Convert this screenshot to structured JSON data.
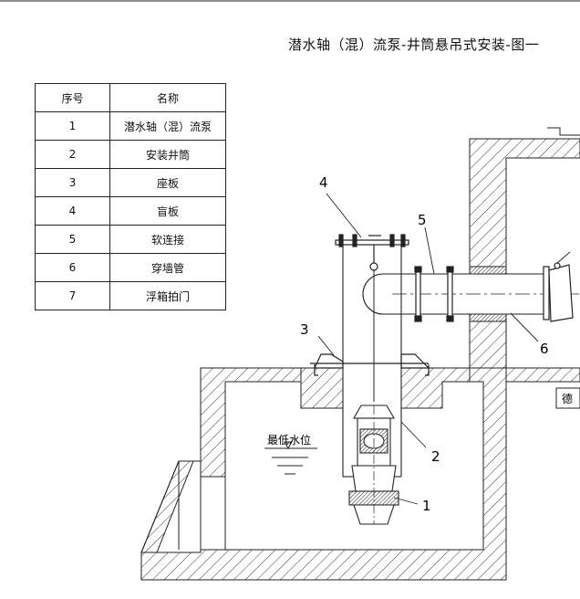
{
  "title": "潜水轴（混）流泵-井筒悬吊式安装-图一",
  "parts_table": {
    "headers": [
      "序号",
      "名称"
    ],
    "rows": [
      {
        "no": "1",
        "name": "潜水轴（混）流泵"
      },
      {
        "no": "2",
        "name": "安装井筒"
      },
      {
        "no": "3",
        "name": "座板"
      },
      {
        "no": "4",
        "name": "盲板"
      },
      {
        "no": "5",
        "name": "软连接"
      },
      {
        "no": "6",
        "name": "穿墙管"
      },
      {
        "no": "7",
        "name": "浮箱拍门"
      }
    ]
  },
  "callouts": [
    "1",
    "2",
    "3",
    "4",
    "5",
    "6"
  ],
  "water_level_label": "最低水位",
  "clipped_text": "德"
}
